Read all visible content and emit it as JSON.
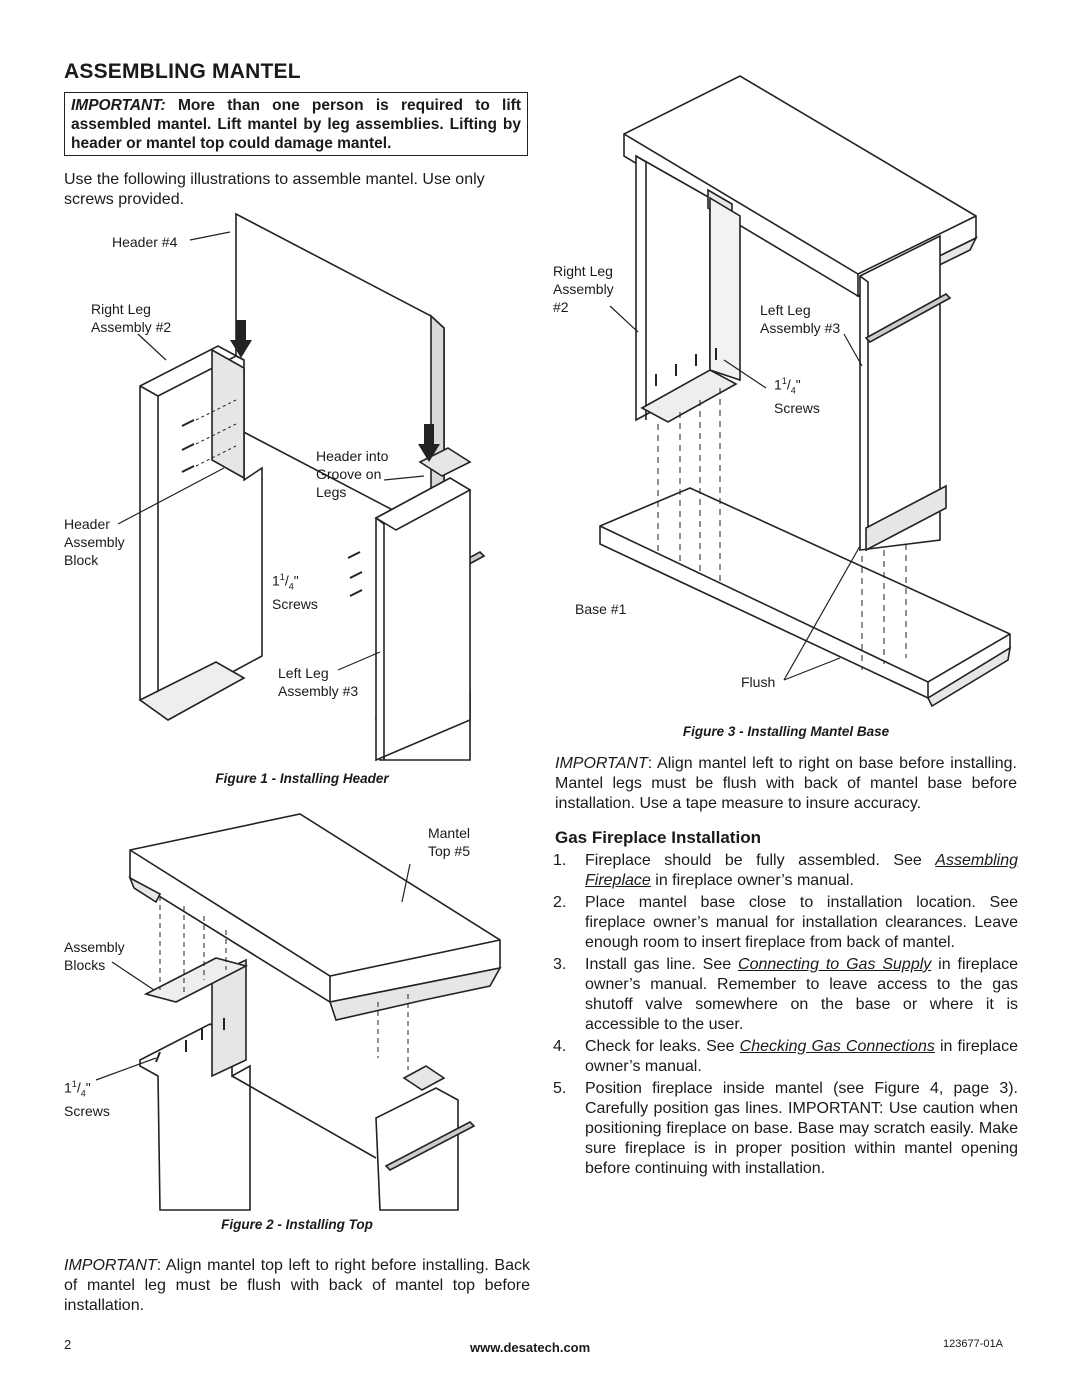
{
  "title": "ASSEMBLING MANTEL",
  "important_box": {
    "lead": "IMPORTANT:",
    "text": " More than one person is required to lift assembled mantel. Lift mantel by leg assemblies. Lifting by header or mantel top could damage mantel."
  },
  "intro": "Use the following illustrations to assemble mantel. Use only screws provided.",
  "figure1": {
    "caption": "Figure 1 - Installing Header",
    "labels": {
      "header4": "Header #4",
      "right_leg_1": "Right Leg",
      "right_leg_2": "Assembly #2",
      "header_groove_1": "Header into",
      "header_groove_2": "Groove on",
      "header_groove_3": "Legs",
      "block_1": "Header",
      "block_2": "Assembly",
      "block_3": "Block",
      "screws_whole": "1",
      "screws_num": "1",
      "screws_den": "4",
      "screws_unit": "\"",
      "screws_word": "Screws",
      "left_leg_1": "Left Leg",
      "left_leg_2": "Assembly #3"
    }
  },
  "figure2": {
    "caption": "Figure 2 - Installing Top",
    "labels": {
      "mantel_top_1": "Mantel",
      "mantel_top_2": "Top #5",
      "blocks_1": "Assembly",
      "blocks_2": "Blocks",
      "screws_whole": "1",
      "screws_num": "1",
      "screws_den": "4",
      "screws_unit": "\"",
      "screws_word": "Screws"
    }
  },
  "important_top": {
    "lead": "IMPORTANT",
    "text": ": Align mantel top left to right before installing. Back of mantel leg must be flush with back of mantel top before installation."
  },
  "figure3": {
    "caption": "Figure 3 - Installing Mantel Base",
    "labels": {
      "right_leg_1": "Right Leg",
      "right_leg_2": "Assembly",
      "right_leg_3": "#2",
      "left_leg_1": "Left Leg",
      "left_leg_2": "Assembly #3",
      "screws_whole": "1",
      "screws_num": "1",
      "screws_den": "4",
      "screws_unit": "\"",
      "screws_word": "Screws",
      "base": "Base #1",
      "flush": "Flush"
    }
  },
  "important_base": {
    "lead": "IMPORTANT",
    "text": ": Align mantel left to right on base before installing. Mantel legs must be flush with back of mantel base before installation. Use a tape measure to insure accuracy."
  },
  "gas_section": {
    "heading": "Gas Fireplace Installation",
    "steps": [
      {
        "num": "1.",
        "pre": "Fireplace should be fully assembled. See ",
        "link": "Assembling Fireplace",
        "post": " in fireplace owner’s manual."
      },
      {
        "num": "2.",
        "pre": "Place mantel base close to installation location. See fireplace owner’s manual for installation clearances. Leave enough room to insert fireplace from back of mantel.",
        "link": "",
        "post": ""
      },
      {
        "num": "3.",
        "pre": "Install gas line. See ",
        "link": "Connecting to Gas Supply",
        "post": " in fireplace owner’s manual. Remember to leave access to the gas shutoff valve somewhere on the base or where it is accessible to the user."
      },
      {
        "num": "4.",
        "pre": "Check for leaks. See ",
        "link": "Checking Gas Connections",
        "post": " in fireplace owner’s manual."
      },
      {
        "num": "5.",
        "pre": "Position fireplace inside mantel (see Figure 4, page 3). Carefully position gas lines. IMPORTANT: Use caution when positioning fireplace on base. Base may scratch easily. Make sure fireplace is in proper position within mantel opening before continuing with installation.",
        "link": "",
        "post": ""
      }
    ]
  },
  "footer": {
    "page": "2",
    "website": "www.desatech.com",
    "doc_id": "123677-01A"
  }
}
